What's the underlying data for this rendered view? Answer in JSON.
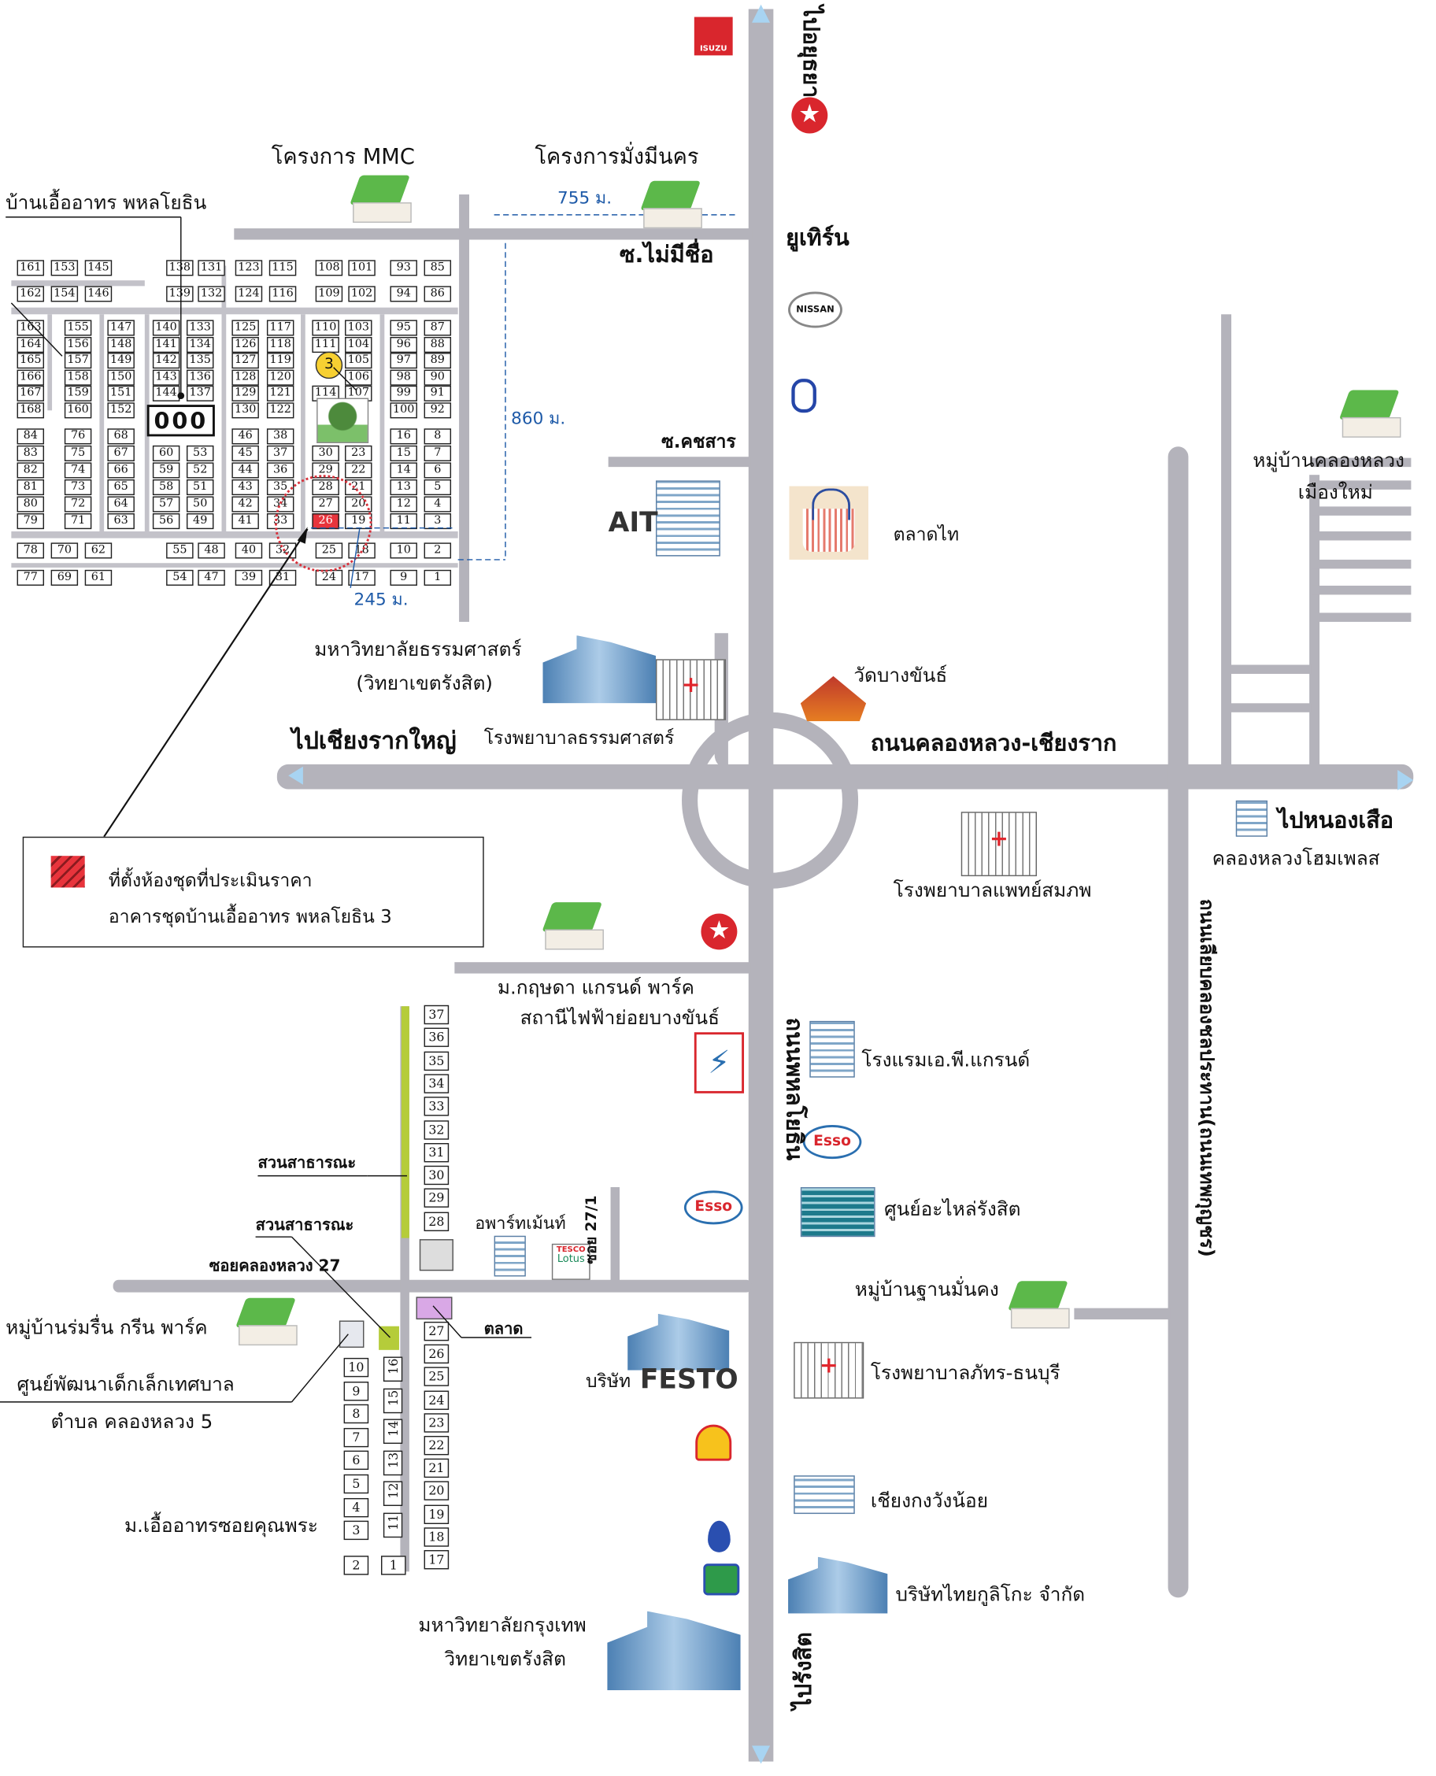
{
  "labels": {
    "village_title": "บ้านเอื้ออาทร พหลโยธิน",
    "mmc": "โครงการ MMC",
    "mangmee": "โครงการมั่งมีนคร",
    "dist_755": "755 ม.",
    "soi_unnamed": "ซ.ไม่มีชื่อ",
    "uturn": "ยูเทิร์น",
    "to_ayutthaya": "ไปอยุธยา",
    "dist_860": "860 ม.",
    "dist_245": "245 ม.",
    "soi_khotchasan": "ซ.คชสาร",
    "ait": "AIT",
    "talad_thai": "ตลาดไท",
    "khlong_luang_muang_mai_1": "หมู่บ้านคลองหลวง",
    "khlong_luang_muang_mai_2": "เมืองใหม่",
    "thammasat_1": "มหาวิทยาลัยธรรมศาสตร์",
    "thammasat_2": "(วิทยาเขตรังสิต)",
    "wat_bang_khan": "วัดบางขันธ์",
    "to_chiang_rak_yai": "ไปเชียงรากใหญ่",
    "thammasat_hospital": "โรงพยาบาลธรรมศาสตร์",
    "khlong_luang_chiang_rak_rd": "ถนนคลองหลวง-เชียงราก",
    "to_nong_suea": "ไปหนองเสือ",
    "home_place": "คลองหลวงโฮมเพลส",
    "phaet_sommaphop": "โรงพยาบาลแพทย์สมภพ",
    "kritsada": "ม.กฤษดา แกรนด์ พาร์ค",
    "substation": "สถานีไฟฟ้าย่อยบางขันธ์",
    "phahonyothin_rd": "ถนนพหลโยธิน",
    "ap_grand": "โรงแรมเอ.พี.แกรนด์",
    "park_1": "สวนสาธารณะ",
    "park_2": "สวนสาธารณะ",
    "apartment": "อพาร์ทเม้นท์",
    "soi_27_1": "ซอย 27/1",
    "soi_khlong_luang_27": "ซอยคลองหลวง 27",
    "spare_parts": "ศูนย์อะไหล่รังสิต",
    "than_man_khong": "หมู่บ้านฐานมั่นคง",
    "rom_ruen": "หมู่บ้านร่มรื่น กรีน พาร์ค",
    "market": "ตลาด",
    "child_center_1": "ศูนย์พัฒนาเด็กเล็กเทศบาล",
    "child_center_2": "ตำบล คลองหลวง 5",
    "festo_prefix": "บริษัท",
    "festo": "FESTO",
    "phat_thonburi": "โรงพยาบาลภัทร-ธนบุรี",
    "ua_khun_phra": "ม.เอื้ออาทรซอยคุณพระ",
    "chiang_kong": "เชียงกงวังน้อย",
    "glico": "บริษัทไทยกูลิโกะ จำกัด",
    "bangkok_u_1": "มหาวิทยาลัยกรุงเทพ",
    "bangkok_u_2": "วิทยาเขตรังสิต",
    "to_rangsit": "ไปรังสิต",
    "thepkunchorn_rd": "ถนนเลียบคลองชลประทาน(ถนนเทพกุญชร)",
    "building_marker": "3"
  },
  "legend": {
    "line1": "ที่ตั้งห้องชุดที่ประเมินราคา",
    "line2": "อาคารชุดบ้านเอื้ออาทร พหลโยธิน 3",
    "swatch_color": "#e8343c"
  },
  "logos": {
    "isuzu": "ISUZU",
    "nissan": "NISSAN",
    "esso": "Esso",
    "tesco": "TESCO",
    "lotus": "Lotus"
  },
  "selected_unit": "26",
  "upper_village": {
    "top_row_a": [
      "161",
      "153",
      "145",
      "138",
      "131",
      "123",
      "115",
      "108",
      "101",
      "93",
      "85"
    ],
    "top_row_b": [
      "162",
      "154",
      "146",
      "139",
      "132",
      "124",
      "116",
      "109",
      "102",
      "94",
      "86"
    ],
    "mid_columns": [
      [
        "163",
        "164",
        "165",
        "166",
        "167",
        "168"
      ],
      [
        "155",
        "156",
        "157",
        "158",
        "159",
        "160"
      ],
      [
        "147",
        "148",
        "149",
        "150",
        "151",
        "152"
      ],
      [
        "140",
        "141",
        "142",
        "143",
        "144"
      ],
      [
        "133",
        "134",
        "135",
        "136",
        "137"
      ],
      [
        "125",
        "126",
        "127",
        "128",
        "129",
        "130"
      ],
      [
        "117",
        "118",
        "119",
        "120",
        "121",
        "122"
      ],
      [
        "110",
        "111",
        "",
        "",
        "114"
      ],
      [
        "103",
        "104",
        "105",
        "106",
        "107"
      ],
      [
        "95",
        "96",
        "97",
        "98",
        "99",
        "100"
      ],
      [
        "87",
        "88",
        "89",
        "90",
        "91",
        "92"
      ]
    ],
    "low_columns": [
      [
        "84",
        "83",
        "82",
        "81",
        "80",
        "79"
      ],
      [
        "76",
        "75",
        "74",
        "73",
        "72",
        "71"
      ],
      [
        "68",
        "67",
        "66",
        "65",
        "64",
        "63"
      ],
      [
        "60",
        "59",
        "58",
        "57",
        "56"
      ],
      [
        "53",
        "52",
        "51",
        "50",
        "49"
      ],
      [
        "46",
        "45",
        "44",
        "43",
        "42",
        "41"
      ],
      [
        "38",
        "37",
        "36",
        "35",
        "34",
        "33"
      ],
      [
        "30",
        "29",
        "28",
        "27",
        "26"
      ],
      [
        "23",
        "22",
        "21",
        "20",
        "19"
      ],
      [
        "16",
        "15",
        "14",
        "13",
        "12",
        "11"
      ],
      [
        "8",
        "7",
        "6",
        "5",
        "4",
        "3"
      ]
    ],
    "bottom_row_a": [
      "78",
      "70",
      "62",
      "55",
      "48",
      "40",
      "32",
      "25",
      "18",
      "10",
      "2"
    ],
    "bottom_row_b": [
      "77",
      "69",
      "61",
      "54",
      "47",
      "39",
      "31",
      "24",
      "17",
      "9",
      "1"
    ]
  },
  "lower_village": {
    "right_top": [
      "37",
      "36",
      "35",
      "34",
      "33",
      "32",
      "31",
      "30",
      "29",
      "28"
    ],
    "right_bottom": [
      "27",
      "26",
      "25",
      "24",
      "23",
      "22",
      "21",
      "20",
      "19",
      "18",
      "17"
    ],
    "left": [
      "10",
      "9",
      "8",
      "7",
      "6",
      "5",
      "4",
      "3",
      "2"
    ],
    "middle": [
      "16",
      "15",
      "14",
      "13",
      "12",
      "11",
      "1"
    ]
  },
  "colors": {
    "road": "#b4b3bb",
    "distance": "#1e5aa8",
    "park": "#b5cc3a",
    "market_block": "#d9a8e6",
    "selected": "#e8343c"
  }
}
